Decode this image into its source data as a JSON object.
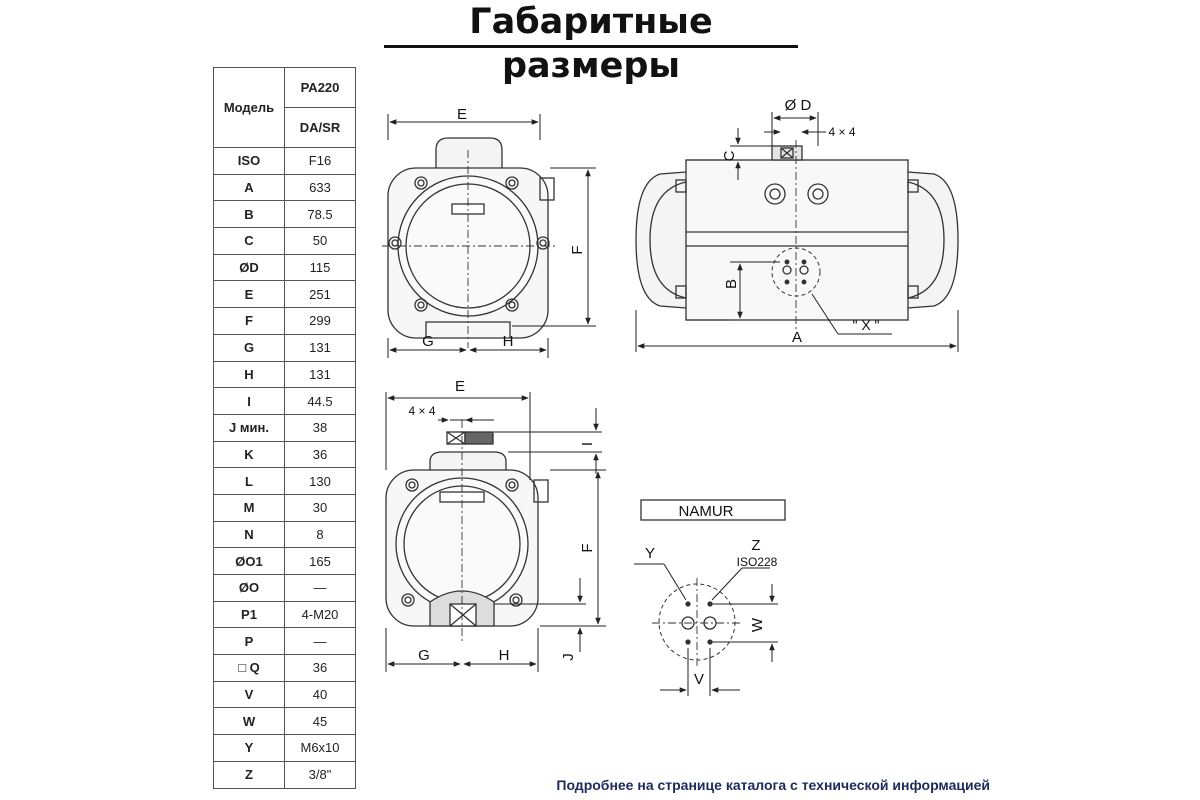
{
  "title": "Габаритные размеры",
  "table": {
    "header_key": "Модель",
    "model": "PA220",
    "type": "DA/SR",
    "rows": [
      {
        "key": "ISO",
        "value": "F16"
      },
      {
        "key": "A",
        "value": "633"
      },
      {
        "key": "B",
        "value": "78.5"
      },
      {
        "key": "C",
        "value": "50"
      },
      {
        "key": "ØD",
        "value": "115"
      },
      {
        "key": "E",
        "value": "251"
      },
      {
        "key": "F",
        "value": "299"
      },
      {
        "key": "G",
        "value": "131"
      },
      {
        "key": "H",
        "value": "131"
      },
      {
        "key": "I",
        "value": "44.5"
      },
      {
        "key": "J мин.",
        "value": "38"
      },
      {
        "key": "K",
        "value": "36"
      },
      {
        "key": "L",
        "value": "130"
      },
      {
        "key": "M",
        "value": "30"
      },
      {
        "key": "N",
        "value": "8"
      },
      {
        "key": "ØO1",
        "value": "165"
      },
      {
        "key": "ØO",
        "value": "—"
      },
      {
        "key": "P1",
        "value": "4-M20"
      },
      {
        "key": "P",
        "value": "—"
      },
      {
        "key": "□ Q",
        "value": "36"
      },
      {
        "key": "V",
        "value": "40"
      },
      {
        "key": "W",
        "value": "45"
      },
      {
        "key": "Y",
        "value": "M6x10"
      },
      {
        "key": "Z",
        "value": "3/8\""
      }
    ]
  },
  "drawing": {
    "labels": {
      "E": "E",
      "F": "F",
      "G": "G",
      "H": "H",
      "D": "Ø D",
      "sq": "4 × 4",
      "C": "C",
      "B": "B",
      "A": "A",
      "X": "\" X \"",
      "I": "I",
      "J": "J",
      "namur": "NAMUR",
      "Y": "Y",
      "Z": "Z",
      "iso": "ISO228",
      "W": "W",
      "V": "V"
    }
  },
  "footer": "Подробнее на странице каталога с технической информацией"
}
